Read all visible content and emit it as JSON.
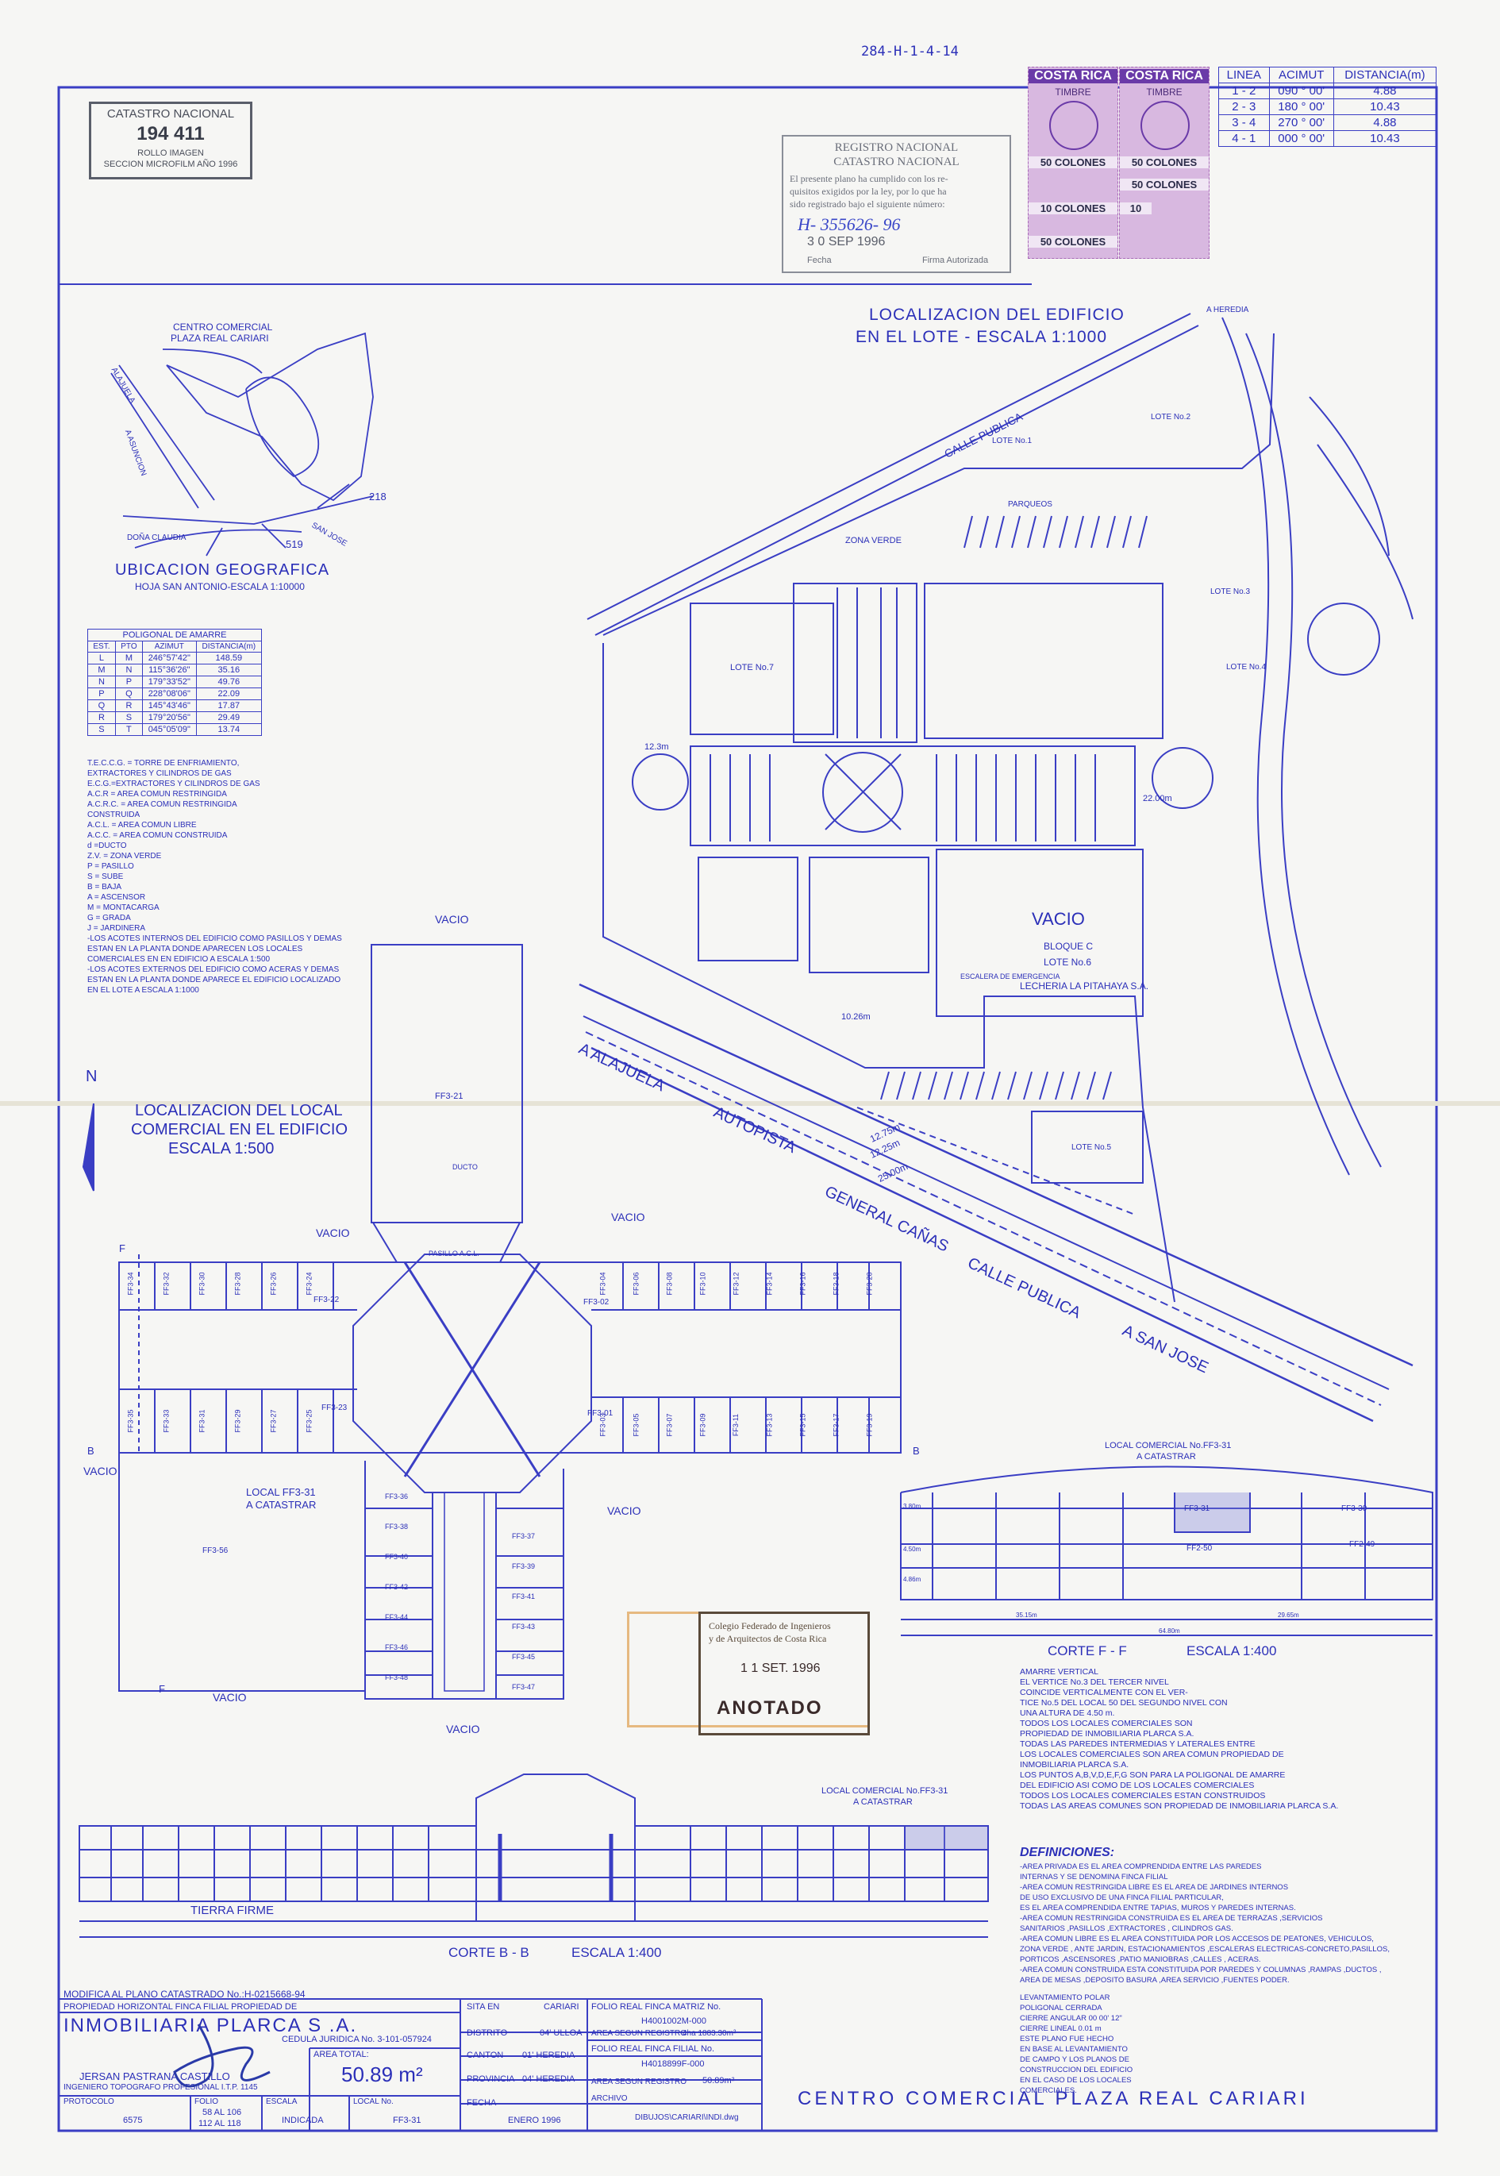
{
  "header": {
    "sheet_code": "284-H-1-4-14"
  },
  "catastro_label": {
    "title": "CATASTRO NACIONAL",
    "number": "194 411",
    "line1": "ROLLO IMAGEN",
    "line2": "SECCION MICROFILM AÑO 1996"
  },
  "registro_stamp": {
    "title1": "REGISTRO NACIONAL",
    "title2": "CATASTRO NACIONAL",
    "text1": "El presente plano ha cumplido con los re-",
    "text2": "quisitos exigidos por la ley, por lo que ha",
    "text3": "sido registrado bajo el siguiente número:",
    "number": "H- 355626- 96",
    "date": "3 0 SEP 1996",
    "fecha_label": "Fecha",
    "firma_label": "Firma Autorizada"
  },
  "tax_stamps": [
    {
      "country": "COSTA RICA",
      "word": "TIMBRE",
      "v1": "50 COLONES",
      "v2": "10 COLONES",
      "v3": "50 COLONES"
    },
    {
      "country": "COSTA RICA",
      "word": "TIMBRE",
      "v1": "50 COLONES",
      "v2": "50 COLONES",
      "v3": "10"
    }
  ],
  "line_table": {
    "headers": [
      "LINEA",
      "ACIMUT",
      "DISTANCIA(m)"
    ],
    "rows": [
      [
        "1 - 2",
        "090 ° 00'",
        "4.88"
      ],
      [
        "2 - 3",
        "180 ° 00'",
        "10.43"
      ],
      [
        "3 - 4",
        "270 ° 00'",
        "4.88"
      ],
      [
        "4 - 1",
        "000 ° 00'",
        "10.43"
      ]
    ]
  },
  "location_title": {
    "line1": "LOCALIZACION DEL EDIFICIO",
    "line2": "EN EL LOTE - ESCALA 1:1000"
  },
  "geo": {
    "title": "UBICACION GEOGRAFICA",
    "subtitle": "HOJA SAN ANTONIO-ESCALA 1:10000",
    "centro_label1": "CENTRO COMERCIAL",
    "centro_label2": "PLAZA REAL CARIARI",
    "num1": "218",
    "num2": "519",
    "place1": "DOÑA CLAUDIA",
    "place2": "SAN JOSE",
    "place3": "A ASUNCION",
    "place4": "ALAJUELA"
  },
  "poligonal": {
    "title": "POLIGONAL DE AMARRE",
    "headers": [
      "EST.",
      "PTO",
      "AZIMUT",
      "DISTANCIA(m)"
    ],
    "rows": [
      [
        "L",
        "M",
        "246°57'42\"",
        "148.59"
      ],
      [
        "M",
        "N",
        "115°36'26\"",
        "35.16"
      ],
      [
        "N",
        "P",
        "179°33'52\"",
        "49.76"
      ],
      [
        "P",
        "Q",
        "228°08'06\"",
        "22.09"
      ],
      [
        "Q",
        "R",
        "145°43'46\"",
        "17.87"
      ],
      [
        "R",
        "S",
        "179°20'56\"",
        "29.49"
      ],
      [
        "S",
        "T",
        "045°05'09\"",
        "13.74"
      ]
    ]
  },
  "abbrev": [
    "T.E.C.C.G. = TORRE DE ENFRIAMIENTO,",
    "EXTRACTORES Y CILINDROS DE GAS",
    "E.C.G.=EXTRACTORES Y CILINDROS DE GAS",
    "A.C.R = AREA COMUN RESTRINGIDA",
    "A.C.R.C. = AREA COMUN RESTRINGIDA",
    "CONSTRUIDA",
    "A.C.L. = AREA COMUN LIBRE",
    "A.C.C. = AREA COMUN CONSTRUIDA",
    "d =DUCTO",
    "Z.V. = ZONA VERDE",
    "P = PASILLO",
    "S = SUBE",
    "B = BAJA",
    "A = ASCENSOR",
    "M = MONTACARGA",
    "G = GRADA",
    "J = JARDINERA",
    "-LOS ACOTES INTERNOS DEL EDIFICIO COMO PASILLOS Y DEMAS",
    "ESTAN EN LA PLANTA DONDE APARECEN LOS LOCALES",
    "COMERCIALES EN EN EDIFICIO A ESCALA 1:500",
    "-LOS ACOTES EXTERNOS DEL EDIFICIO COMO ACERAS Y DEMAS",
    "ESTAN EN LA PLANTA DONDE APARECE EL EDIFICIO LOCALIZADO",
    "EN EL LOTE A ESCALA 1:1000"
  ],
  "site": {
    "calle_publica": "CALLE PUBLICA",
    "parqueos": "PARQUEOS",
    "zona_verde": "ZONA VERDE",
    "vacio": "VACIO",
    "bloque_c": "BLOQUE C",
    "lote6": "LOTE No.6",
    "lechera": "LECHERIA LA PITAHAYA S.A.",
    "lote7": "LOTE No.7",
    "lote2": "LOTE No.2",
    "lote3": "LOTE No.3",
    "lote4": "LOTE No.4",
    "lote5": "LOTE No.5",
    "lote1": "LOTE No.1",
    "alajuela": "A ALAJUELA",
    "autopista": "AUTOPISTA",
    "general_canas": "GENERAL CAÑAS",
    "calle_publica2": "CALLE PUBLICA",
    "san_jose": "A SAN JOSE",
    "heredia": "A HEREDIA",
    "escalera": "ESCALERA DE EMERGENCIA",
    "d1": "12.75m",
    "d2": "12.25m",
    "d3": "25.00m",
    "d4": "22.00m",
    "d5": "12.3m",
    "d6": "10.26m"
  },
  "local_title": {
    "line1": "LOCALIZACION DEL LOCAL",
    "line2": "COMERCIAL EN EL EDIFICIO",
    "line3": "ESCALA 1:500"
  },
  "floorplan": {
    "vacio": "VACIO",
    "ff321": "FF3-21",
    "ff356": "FF3-56",
    "ff322": "FF3-22",
    "ff323": "FF3-23",
    "ff301": "FF3-01",
    "ff302": "FF3-02",
    "local_label1": "LOCAL FF3-31",
    "local_label2": "A CATASTRAR",
    "ducto": "DUCTO",
    "pasillo": "PASILLO A.C.L.",
    "top_row": [
      "FF3-34",
      "FF3-32",
      "FF3-30",
      "FF3-28",
      "FF3-26",
      "FF3-24"
    ],
    "bottom_row": [
      "FF3-35",
      "FF3-33",
      "FF3-31",
      "FF3-29",
      "FF3-27",
      "FF3-25"
    ],
    "right_top": [
      "FF3-04",
      "FF3-06",
      "FF3-08",
      "FF3-10",
      "FF3-12",
      "FF3-14",
      "FF3-16",
      "FF3-18",
      "FF3-20"
    ],
    "right_bottom": [
      "FF3-03",
      "FF3-05",
      "FF3-07",
      "FF3-09",
      "FF3-11",
      "FF3-13",
      "FF3-15",
      "FF3-17",
      "FF3-19"
    ],
    "south_left": [
      "FF3-36",
      "FF3-38",
      "FF3-40",
      "FF3-42",
      "FF3-44",
      "FF3-46",
      "FF3-48"
    ],
    "south_right": [
      "FF3-37",
      "FF3-39",
      "FF3-41",
      "FF3-43",
      "FF3-45",
      "FF3-47"
    ],
    "section_f": "F",
    "section_b": "B",
    "north": "N"
  },
  "section_ff": {
    "title_local1": "LOCAL COMERCIAL No.FF3-31",
    "title_local2": "A CATASTRAR",
    "corte": "CORTE F - F",
    "escala": "ESCALA 1:400",
    "units": [
      "FF3-31",
      "FF3-30",
      "FF2-50",
      "FF2-49"
    ],
    "dims": [
      "3.80m",
      "4.50m",
      "4.86m"
    ],
    "bottom": [
      "35.15m",
      "29.65m",
      "64.80m"
    ]
  },
  "section_bb": {
    "title_local1": "LOCAL COMERCIAL No.FF3-31",
    "title_local2": "A CATASTRAR",
    "tierra": "TIERRA FIRME",
    "corte": "CORTE B - B",
    "escala": "ESCALA 1:400"
  },
  "colegio_stamp": {
    "line1": "Colegio Federado de Ingenieros",
    "line2": "y de Arquitectos de Costa Rica",
    "date": "1 1 SET. 1996",
    "anotado": "ANOTADO"
  },
  "notes": [
    "AMARRE VERTICAL",
    "EL VERTICE No.3 DEL TERCER NIVEL",
    "COINCIDE VERTICALMENTE CON EL VER-",
    "TICE No.5 DEL LOCAL 50 DEL SEGUNDO NIVEL CON",
    "UNA ALTURA DE 4.50 m.",
    "TODOS LOS LOCALES COMERCIALES SON",
    "PROPIEDAD DE INMOBILIARIA PLARCA S.A.",
    "TODAS LAS PAREDES INTERMEDIAS Y LATERALES ENTRE",
    "LOS LOCALES COMERCIALES SON AREA COMUN PROPIEDAD DE",
    "INMOBILIARIA PLARCA S.A.",
    "LOS PUNTOS A,B,V,D,E,F,G SON PARA LA POLIGONAL DE AMARRE",
    "DEL EDIFICIO ASI COMO DE LOS LOCALES COMERCIALES",
    "TODOS LOS LOCALES COMERCIALES ESTAN CONSTRUIDOS",
    "TODAS LAS AREAS COMUNES SON PROPIEDAD DE INMOBILIARIA PLARCA S.A."
  ],
  "definiciones": {
    "title": "DEFINICIONES:",
    "items": [
      "-AREA PRIVADA ES EL AREA COMPRENDIDA ENTRE LAS PAREDES",
      "INTERNAS Y SE DENOMINA FINCA FILIAL",
      "-AREA COMUN RESTRINGIDA LIBRE ES EL AREA DE JARDINES INTERNOS",
      "DE USO EXCLUSIVO DE UNA FINCA FILIAL PARTICULAR,",
      "ES EL AREA COMPRENDIDA ENTRE TAPIAS, MUROS Y PAREDES INTERNAS.",
      "-AREA COMUN RESTRINGIDA CONSTRUIDA ES EL AREA DE TERRAZAS ,SERVICIOS",
      "SANITARIOS ,PASILLOS ,EXTRACTORES , CILINDROS GAS.",
      "-AREA COMUN LIBRE ES EL AREA CONSTITUIDA POR LOS ACCESOS DE PEATONES, VEHICULOS,",
      "ZONA VERDE , ANTE JARDIN, ESTACIONAMIENTOS ,ESCALERAS ELECTRICAS-CONCRETO,PASILLOS,",
      "PORTICOS ,ASCENSORES ,PATIO MANIOBRAS ,CALLES , ACERAS.",
      "-AREA COMUN CONSTRUIDA ESTA CONSTITUIDA POR PAREDES Y COLUMNAS ,RAMPAS ,DUCTOS ,",
      "AREA DE MESAS ,DEPOSITO BASURA ,AREA SERVICIO ,FUENTES PODER."
    ]
  },
  "levantamiento": [
    "LEVANTAMIENTO POLAR",
    "POLIGONAL CERRADA",
    "CIERRE ANGULAR 00 00' 12\"",
    "CIERRE LINEAL 0.01 m",
    "ESTE PLANO FUE HECHO",
    "EN BASE AL LEVANTAMIENTO",
    "DE CAMPO Y LOS PLANOS DE",
    "CONSTRUCCION DEL EDIFICIO",
    "EN EL CASO DE LOS LOCALES",
    "COMERCIALES."
  ],
  "title_block": {
    "modifica": "MODIFICA AL PLANO CATASTRADO No.:H-0215668-94",
    "propiedad": "PROPIEDAD HORIZONTAL FINCA FILIAL PROPIEDAD DE",
    "owner": "INMOBILIARIA PLARCA S .A.",
    "cedula": "CEDULA JURIDICA No. 3-101-057924",
    "area_total_label": "AREA TOTAL:",
    "area_total": "50.89 m²",
    "surveyor": "JERSAN PASTRANA CASTILLO",
    "surveyor_title": "INGENIERO TOPOGRAFO PROFESIONAL I.T.P. 1145",
    "protocolo_label": "PROTOCOLO",
    "protocolo": "6575",
    "folio_label": "FOLIO",
    "folio1": "58 AL 106",
    "folio2": "112 AL 118",
    "escala_label": "ESCALA",
    "escala": "INDICADA",
    "local_label": "LOCAL No.",
    "local": "FF3-31",
    "sita_label": "SITA EN",
    "sita": "CARIARI",
    "distrito_label": "DISTRITO",
    "distrito": "04' ULLOA",
    "canton_label": "CANTON",
    "canton": "01' HEREDIA",
    "provincia_label": "PROVINCIA",
    "provincia": "04' HEREDIA",
    "fecha_label": "FECHA",
    "fecha": "ENERO 1996",
    "matriz_label": "FOLIO REAL FINCA MATRIZ No.",
    "matriz": "H4001002M-000",
    "area_reg_label": "AREA SEGUN REGISTRO",
    "area_reg": "4ha 1883.30m²",
    "filial_label": "FOLIO REAL FINCA FILIAL No.",
    "filial": "H4018899F-000",
    "area_reg2_label": "AREA SEGUN REGISTRO",
    "area_reg2": "50.89m²",
    "archivo_label": "ARCHIVO",
    "archivo": "DIBUJOS\\CARIARI\\INDI.dwg",
    "big_title": "CENTRO COMERCIAL PLAZA REAL CARIARI"
  },
  "colors": {
    "ink": "#2b2fb8",
    "paper": "#f6f6f4",
    "stamp_purple": "#a86ab8",
    "stamp_blue": "#3a47c8",
    "colegio": "#d98a2a"
  }
}
